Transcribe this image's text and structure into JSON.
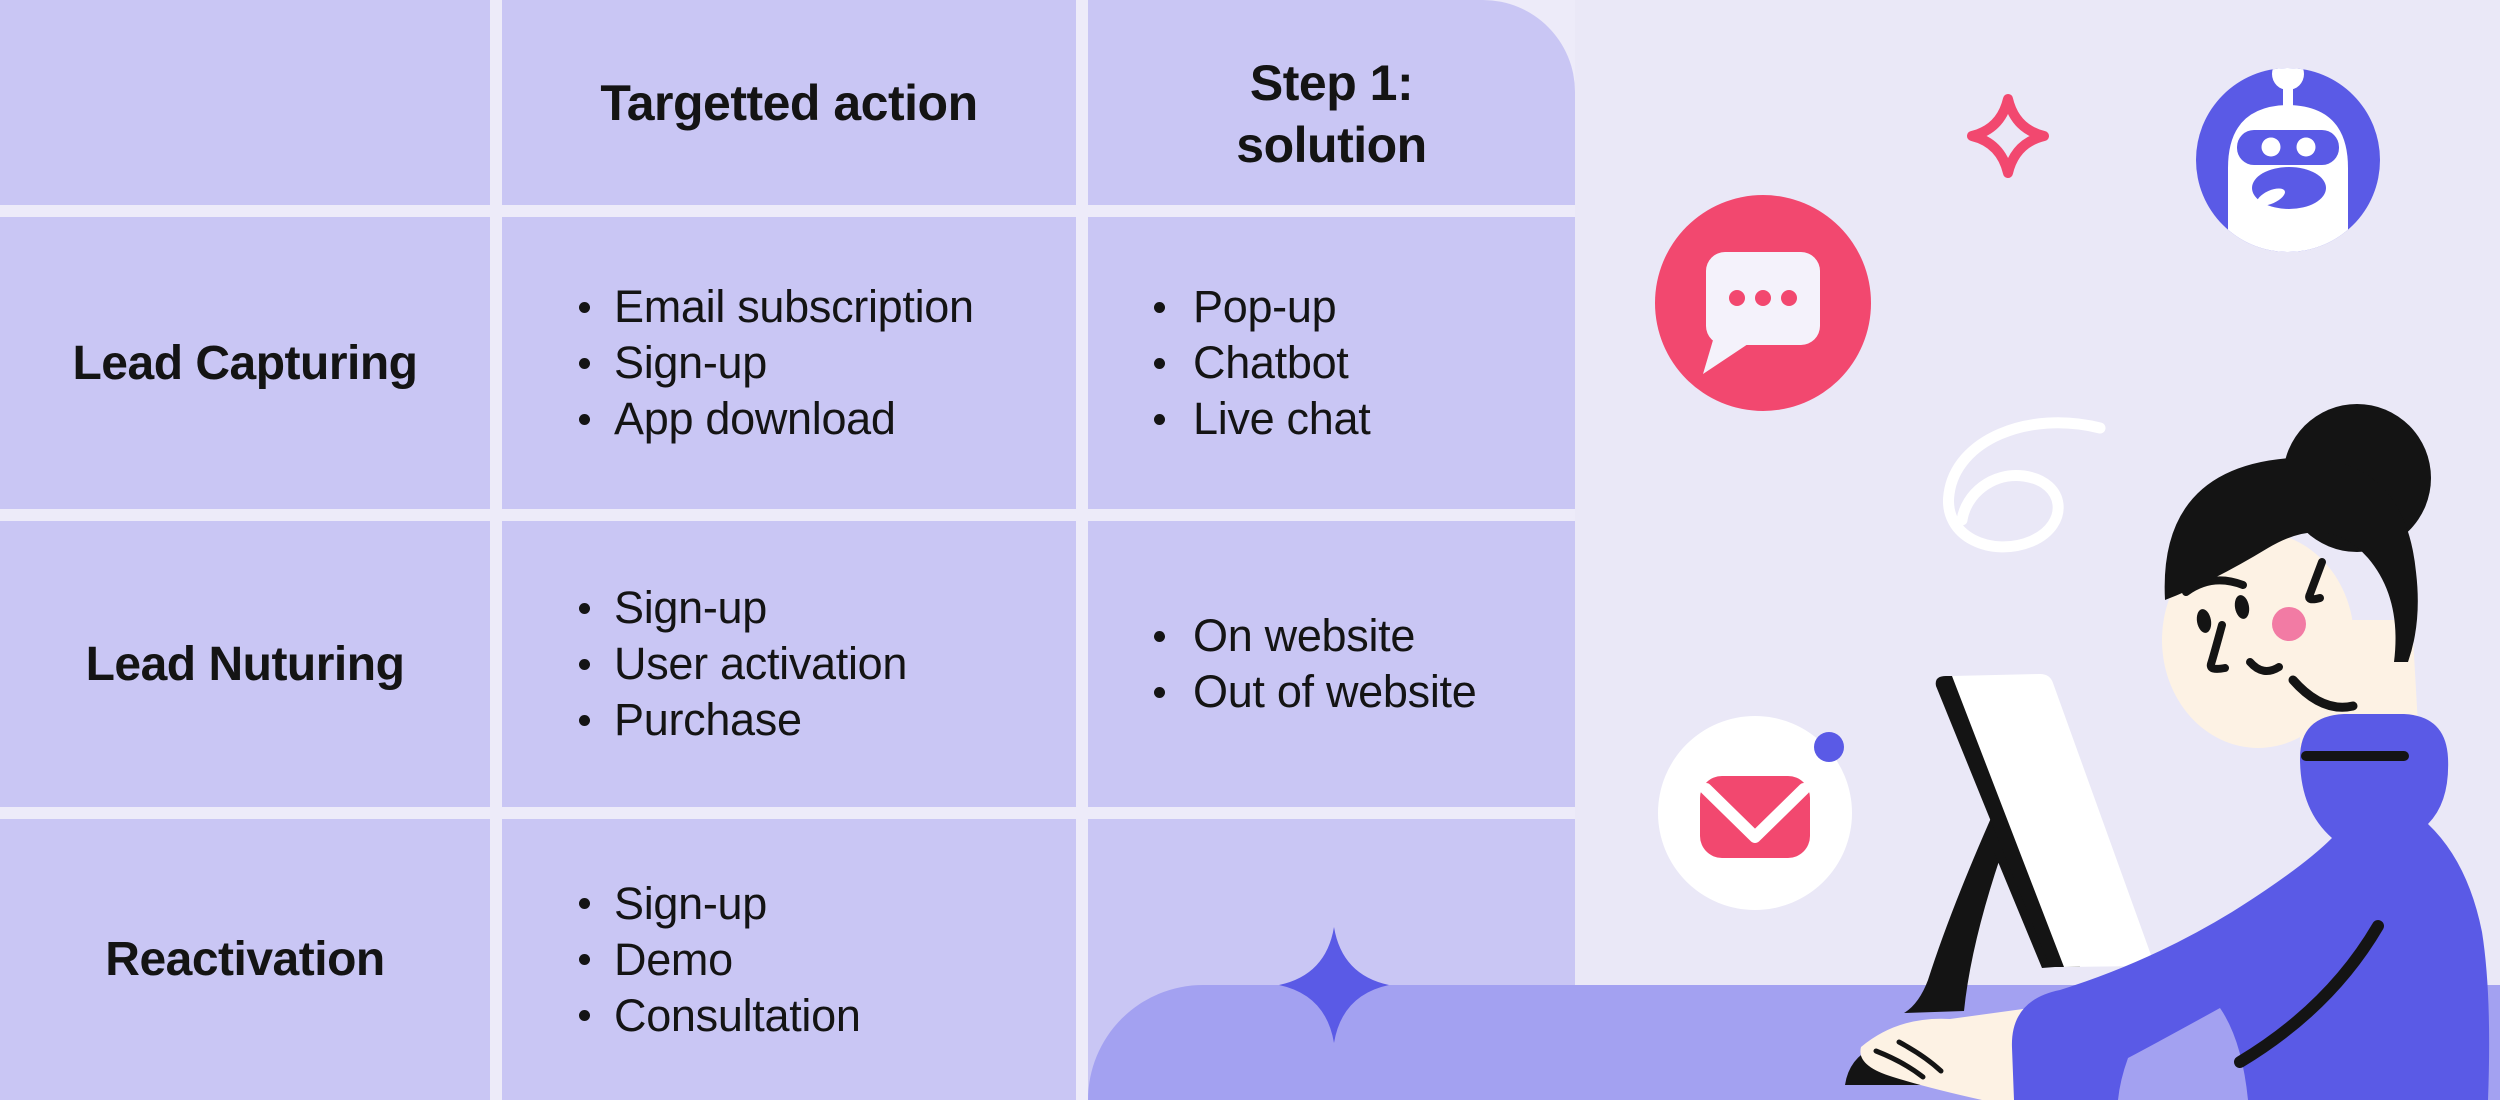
{
  "table": {
    "header": {
      "action_col": "Targetted action",
      "solution_col_line1": "Step 1:",
      "solution_col_line2": "solution"
    },
    "rows": [
      {
        "label": "Lead Capturing",
        "actions": [
          "Email subscription",
          "Sign-up",
          "App download"
        ],
        "solutions": [
          "Pop-up",
          "Chatbot",
          "Live chat"
        ]
      },
      {
        "label": "Lead Nuturing",
        "actions": [
          "Sign-up",
          "User activation",
          "Purchase"
        ],
        "solutions": [
          "On website",
          "Out of website"
        ]
      },
      {
        "label": "Reactivation",
        "actions": [
          "Sign-up",
          "Demo",
          "Consultation"
        ],
        "solutions": []
      }
    ]
  },
  "illustration": {
    "icons": [
      "chat-bubble-icon",
      "sparkle-icon",
      "robot-icon",
      "squiggle-decoration",
      "email-icon",
      "notification-dot",
      "star-decoration",
      "monitor",
      "mouse",
      "person-at-computer"
    ],
    "colors": {
      "table_cell": "#C9C6F4",
      "gridline": "#EDEBF9",
      "panel_background": "#EAE8F7",
      "banner_desk": "#A3A1F1",
      "accent_blue": "#5A5AE6",
      "accent_pink": "#F2486F",
      "cheek_pink": "#F27BA4",
      "skin": "#FDF2E4",
      "ink": "#141414",
      "white": "#FFFFFF"
    }
  }
}
